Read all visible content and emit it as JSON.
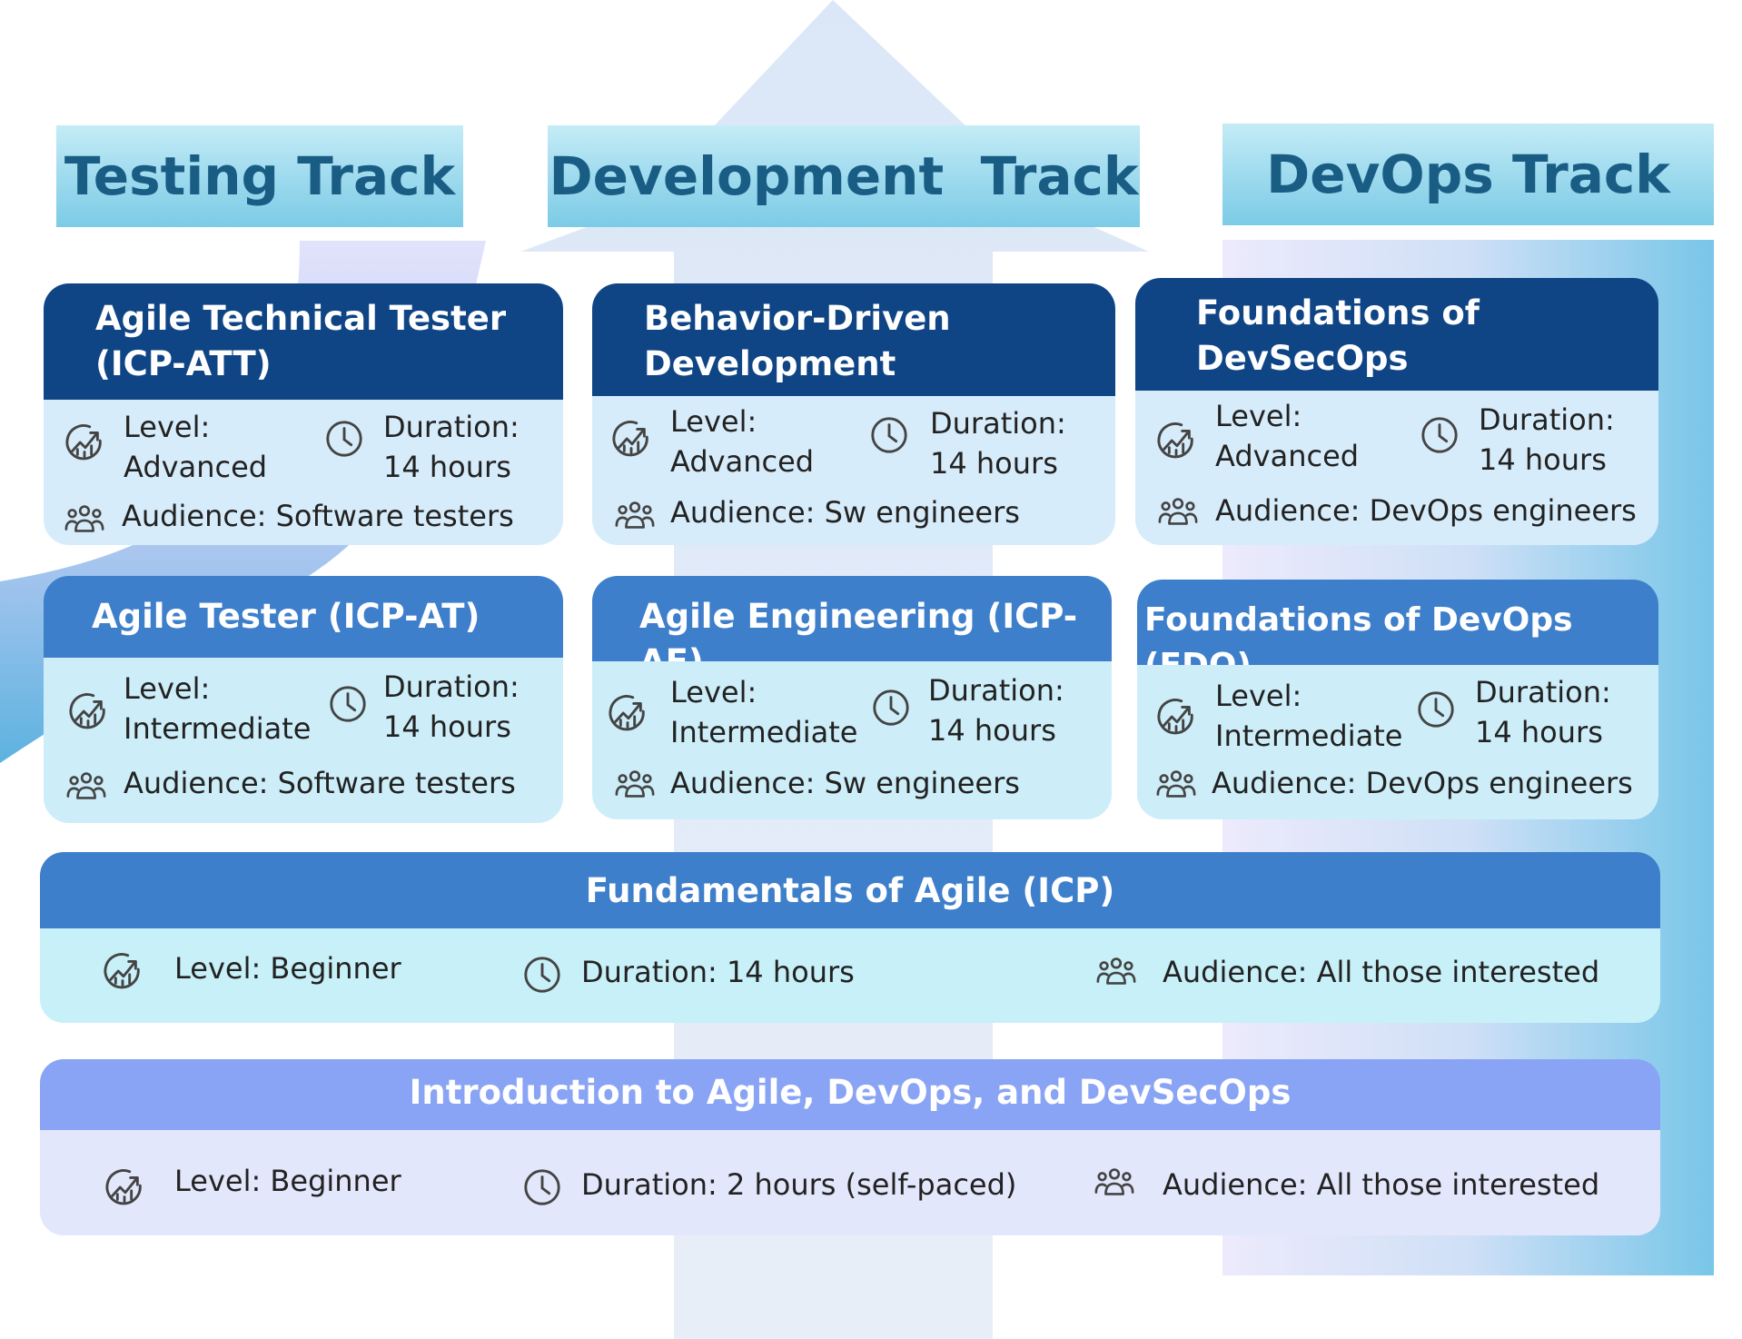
{
  "tracks": {
    "testing": "Testing Track",
    "development": "Development  Track",
    "devops": "DevOps Track"
  },
  "labels": {
    "level_prefix": "Level:",
    "duration_prefix": "Duration:"
  },
  "cards": {
    "att": {
      "title_1": "Agile Technical Tester",
      "title_2": "(ICP-ATT)",
      "level": "Advanced",
      "duration": "14 hours",
      "audience": "Audience: Software testers"
    },
    "bdd": {
      "title_1": "Behavior-Driven",
      "title_2": "Development",
      "level": "Advanced",
      "duration": "14 hours",
      "audience": "Audience: Sw engineers"
    },
    "fds": {
      "title_1": "Foundations of",
      "title_2": "DevSecOps",
      "level": "Advanced",
      "duration": "14 hours",
      "audience": "Audience: DevOps engineers"
    },
    "at": {
      "title": "Agile Tester (ICP-AT)",
      "level": "Intermediate",
      "duration": "14 hours",
      "audience": "Audience: Software testers"
    },
    "ae": {
      "title": "Agile Engineering (ICP-AE)",
      "level": "Intermediate",
      "duration": "14 hours",
      "audience": "Audience: Sw engineers"
    },
    "fdo": {
      "title": "Foundations of DevOps (FDO)",
      "level": "Intermediate",
      "duration": "14 hours",
      "audience": "Audience: DevOps engineers"
    }
  },
  "fundamentals": {
    "title": "Fundamentals of Agile (ICP)",
    "level": "Level: Beginner",
    "duration": "Duration: 14 hours",
    "audience": "Audience: All those interested"
  },
  "intro": {
    "title": "Introduction to Agile, DevOps, and DevSecOps",
    "level": "Level: Beginner",
    "duration": "Duration: 2 hours (self-paced)",
    "audience": "Audience: All those interested"
  },
  "icons": {
    "level": "growth-chart-icon",
    "duration": "clock-icon",
    "audience": "people-group-icon"
  }
}
